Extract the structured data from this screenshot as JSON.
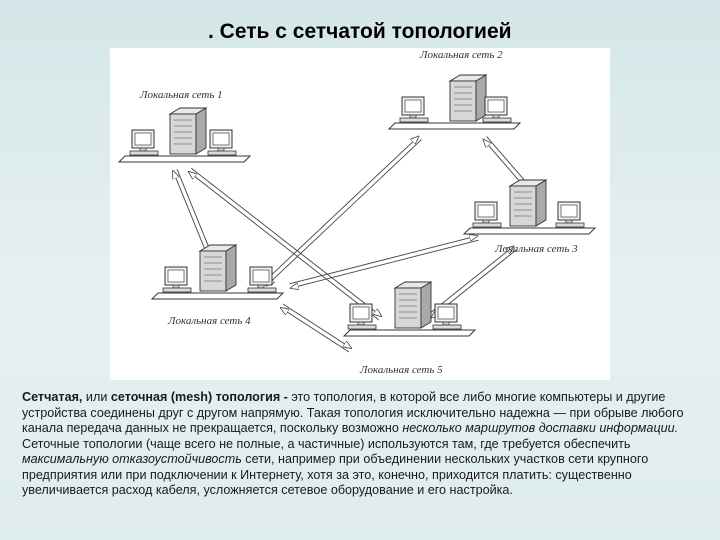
{
  "slide": {
    "title": ". Сеть с сетчатой топологией"
  },
  "diagram": {
    "nodes": [
      {
        "id": "ln1",
        "label": "Локальная сеть 1"
      },
      {
        "id": "ln2",
        "label": "Локальная сеть 2"
      },
      {
        "id": "ln3",
        "label": "Локальная сеть 3"
      },
      {
        "id": "ln4",
        "label": "Локальная сеть 4"
      },
      {
        "id": "ln5",
        "label": "Локальная сеть 5"
      }
    ],
    "links": [
      [
        "ln1",
        "ln4"
      ],
      [
        "ln1",
        "ln5"
      ],
      [
        "ln2",
        "ln3"
      ],
      [
        "ln2",
        "ln4"
      ],
      [
        "ln3",
        "ln4"
      ],
      [
        "ln3",
        "ln5"
      ],
      [
        "ln4",
        "ln5"
      ]
    ]
  },
  "description": {
    "term_bold": "Сетчатая,",
    "or_word": " или ",
    "term2_bold": "сеточная (mesh) топология -",
    "text1": " это топология, в которой все либо многие компьютеры и другие устройства соединены друг с другом напрямую. Такая топология исключительно надежна — при обрыве любого канала передача данных не прекращается, поскольку возможно ",
    "italic1": "несколько маршрутов доставки информации.",
    "text2": " Сеточные топологии (чаще всего не полные, а частичные) используются там, где требуется обеспечить ",
    "italic2": "максимальную отказоустойчивость",
    "text3": " сети, например при объединении нескольких участков сети крупного предприятия или при подключении к Интернету, хотя за это, конечно, приходится платить: существенно увеличивается расход кабеля, усложняется сетевое оборудование и его настройка."
  }
}
